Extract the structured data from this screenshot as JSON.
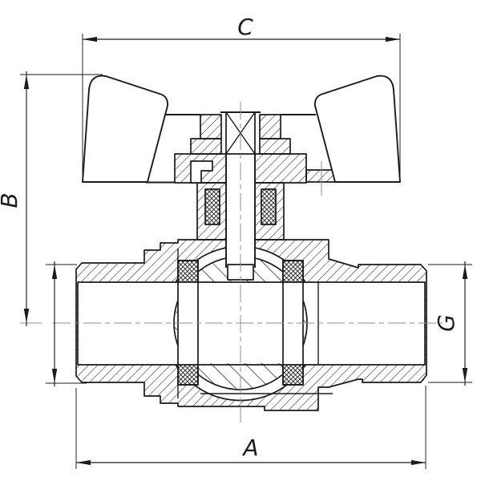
{
  "meta": {
    "background_color": "#ffffff",
    "line_color": "#1b1b1b",
    "centerline_color": "#8f8f8f"
  },
  "drawing": {
    "subject": "cross-section technical drawing of a ball valve with butterfly wing handle",
    "dimensions": {
      "a": "A",
      "b": "B",
      "c": "C",
      "g": "G"
    }
  }
}
